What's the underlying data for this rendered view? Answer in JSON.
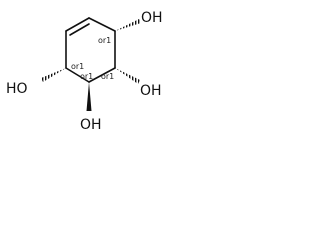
{
  "structure": {
    "atoms": {
      "oh_top_right": "OH",
      "oh_left": "HO",
      "oh_right": "OH",
      "oh_bottom": "OH"
    },
    "stereo_labels": {
      "c1": "or1",
      "c4": "or1",
      "c5": "or1",
      "c6": "or1"
    }
  },
  "colors": {
    "bond": "#111111",
    "text": "#111111"
  }
}
